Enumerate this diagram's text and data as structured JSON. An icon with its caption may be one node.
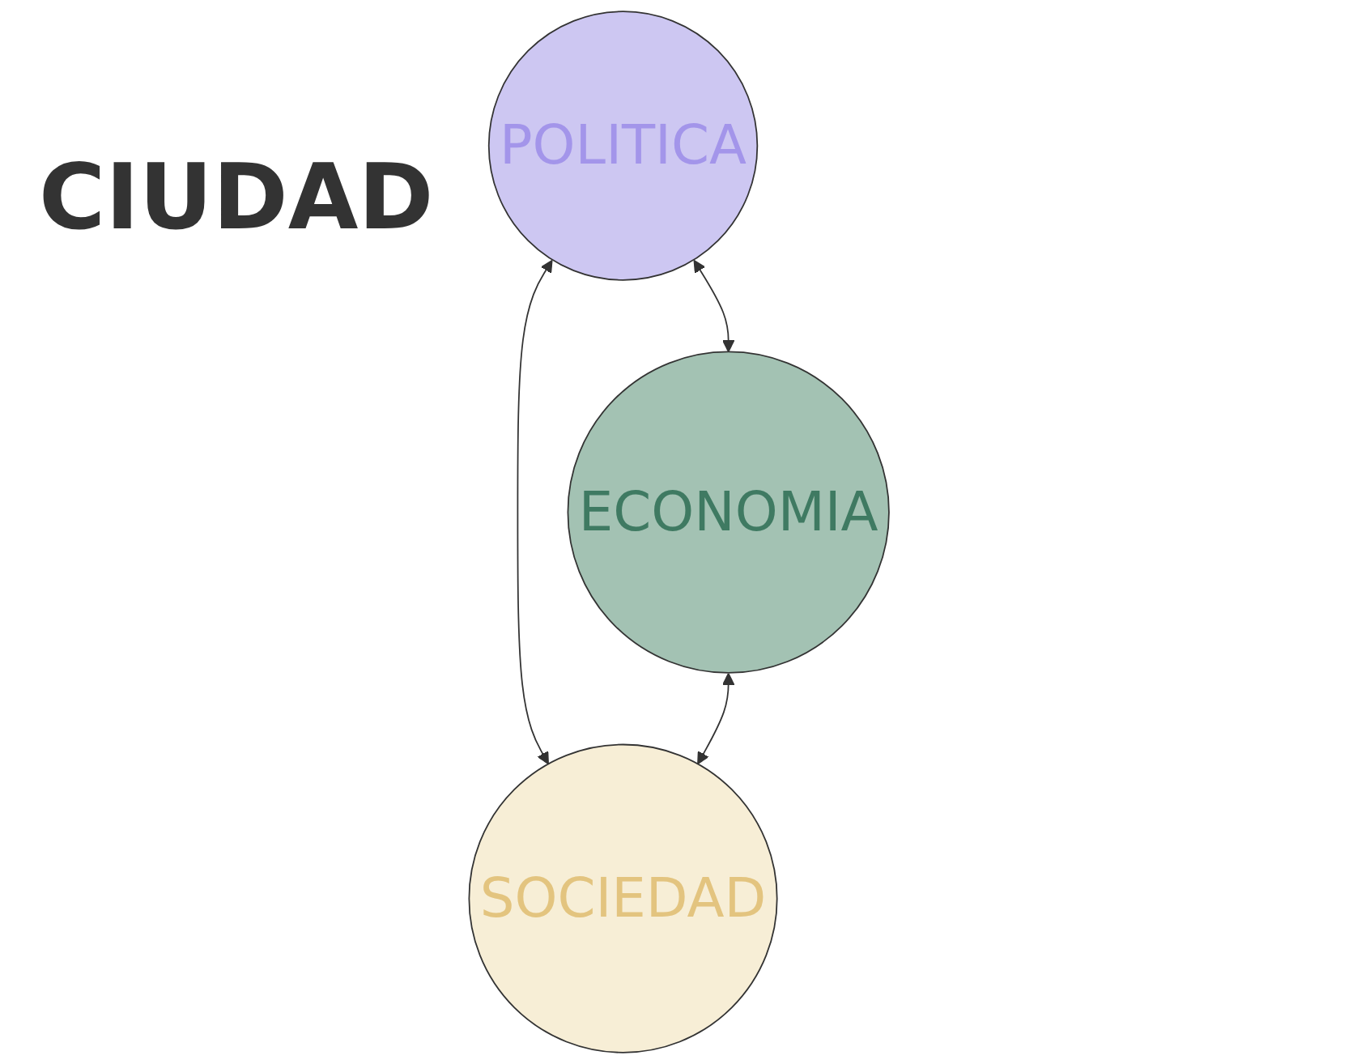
{
  "diagram": {
    "title": "CIUDAD",
    "nodes": [
      {
        "text": [
          "POLITICA"
        ]
      },
      {
        "text": [
          "ECONOMIA"
        ]
      },
      {
        "text": [
          "SOCIEDAD"
        ]
      }
    ],
    "edges": [
      {
        "from": 0,
        "to": 1,
        "arrow": "both"
      },
      {
        "from": 0,
        "to": 2,
        "arrow": "both"
      },
      {
        "from": 1,
        "to": 2,
        "arrow": "both"
      }
    ]
  }
}
